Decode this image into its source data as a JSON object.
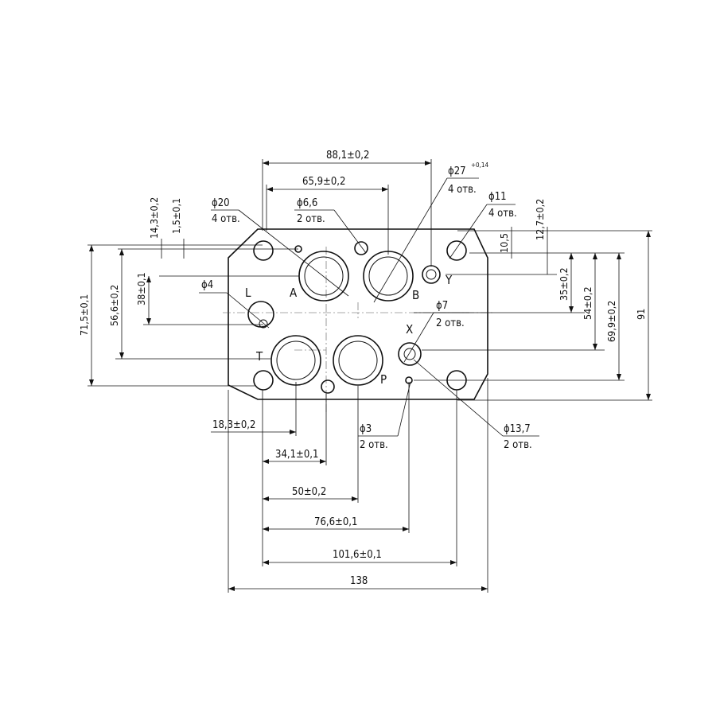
{
  "ports": {
    "A": "A",
    "B": "B",
    "P": "P",
    "T": "T",
    "L": "L",
    "X": "X",
    "Y": "Y"
  },
  "callouts": {
    "d20": {
      "dia": "ϕ20",
      "qty": "4 отв."
    },
    "d66": {
      "dia": "ϕ6,6",
      "qty": "2 отв."
    },
    "d27": {
      "dia": "ϕ27",
      "tol": "+0,14",
      "qty": "4 отв."
    },
    "d11": {
      "dia": "ϕ11",
      "qty": "4 отв."
    },
    "d4": {
      "dia": "ϕ4"
    },
    "d7": {
      "dia": "ϕ7",
      "qty": "2 отв."
    },
    "d137": {
      "dia": "ϕ13,7",
      "qty": "2 отв."
    },
    "d3": {
      "dia": "ϕ3",
      "qty": "2 отв."
    }
  },
  "dims": {
    "top_881": "88,1±0,2",
    "top_659": "65,9±0,2",
    "left_143": "14,3±0,2",
    "left_15": "1,5±0,1",
    "left_715": "71,5±0,1",
    "left_566": "56,6±0,2",
    "left_38": "38±0,1",
    "right_105": "10,5",
    "right_127": "12,7±0,2",
    "right_35": "35±0,2",
    "right_54": "54±0,2",
    "right_699": "69,9±0,2",
    "right_91": "91",
    "bot_183": "18,3±0,2",
    "bot_341": "34,1±0,1",
    "bot_50": "50±0,2",
    "bot_766": "76,6±0,1",
    "bot_1016": "101,6±0,1",
    "bot_138": "138"
  }
}
